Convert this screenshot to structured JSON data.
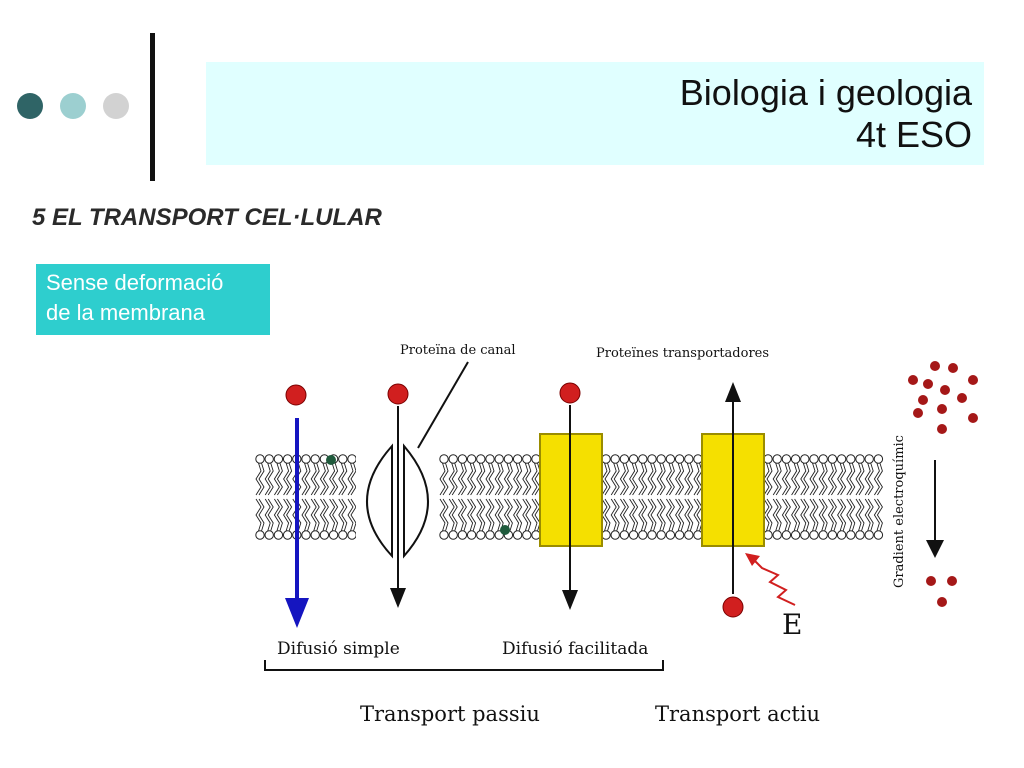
{
  "header": {
    "title_line1": "Biologia i geologia",
    "title_line2": "4t ESO",
    "colors": {
      "dot1": "#2f6466",
      "dot2": "#9ccfd0",
      "dot3": "#d2d2d2",
      "title_bg": "#e0ffff"
    }
  },
  "slide": {
    "subtitle": "5 EL TRANSPORT CEL·LULAR",
    "note_line1": "Sense deformació",
    "note_line2": "de la membrana",
    "note_color": "#2ecece"
  },
  "diagram": {
    "label_channel": "Proteïna de canal",
    "label_transporters": "Proteïnes transportadores",
    "label_gradient": "Gradient electroquímic",
    "label_simple": "Difusió simple",
    "label_facilitated": "Difusió facilitada",
    "label_passive": "Transport passiu",
    "label_active": "Transport actiu",
    "label_energy": "E",
    "colors": {
      "molecule": "#d11f1f",
      "protein": "#f5e000",
      "simple_arrow": "#1515c0"
    }
  }
}
